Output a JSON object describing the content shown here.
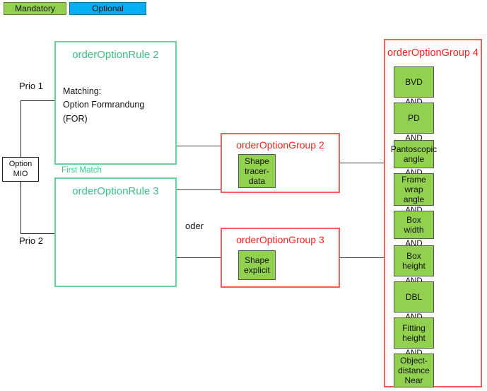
{
  "legend": {
    "mandatory": "Mandatory",
    "optional": "Optional",
    "mandatory_color": "#92D050",
    "optional_color": "#00B0F0"
  },
  "colors": {
    "rule_border": "#67d39b",
    "rule_title": "#3cbf85",
    "group_border": "#ff5a5a",
    "group_title": "#ff2020",
    "option_fill": "#92D050",
    "line": "#222222"
  },
  "source": {
    "label_line1": "Option",
    "label_line2": "MIO"
  },
  "priorities": {
    "prio1": "Prio 1",
    "prio2": "Prio 2"
  },
  "connectors": {
    "first_match": "First Match",
    "oder": "oder"
  },
  "rules": [
    {
      "title": "orderOptionRule 2",
      "body_line1": "Matching:",
      "body_line2": "Option Formrandung (FOR)"
    },
    {
      "title": "orderOptionRule 3",
      "body_line1": "",
      "body_line2": ""
    }
  ],
  "groups": [
    {
      "title": "orderOptionGroup 2",
      "items": [
        "Shape tracer-data"
      ]
    },
    {
      "title": "orderOptionGroup 3",
      "items": [
        "Shape explicit"
      ]
    }
  ],
  "group4": {
    "title": "orderOptionGroup 4",
    "conjunction": "AND",
    "items": [
      "BVD",
      "PD",
      "Pantoscopic angle",
      "Frame wrap angle",
      "Box width",
      "Box height",
      "DBL",
      "Fitting height",
      "Object-distance Near"
    ]
  }
}
